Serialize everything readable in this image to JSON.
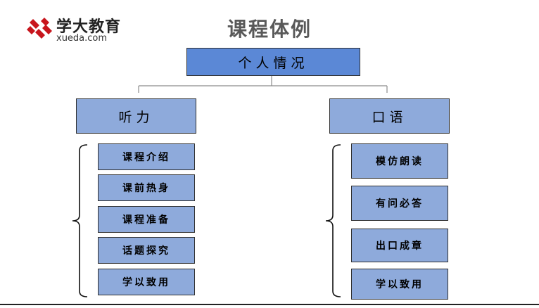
{
  "logo": {
    "cn": "学大教育",
    "en": "xueda.com",
    "icon": "xueda-logo-icon"
  },
  "title": "课程体例",
  "root": "个人情况",
  "left": {
    "label": "听力",
    "items": [
      "课程介绍",
      "课前热身",
      "课程准备",
      "话题探究",
      "学以致用"
    ]
  },
  "right": {
    "label": "口语",
    "items": [
      "模仿朗读",
      "有问必答",
      "出口成章",
      "学以致用"
    ]
  },
  "colors": {
    "root": "#5b88d6",
    "box": "#8eaadb",
    "title": "#595959"
  }
}
